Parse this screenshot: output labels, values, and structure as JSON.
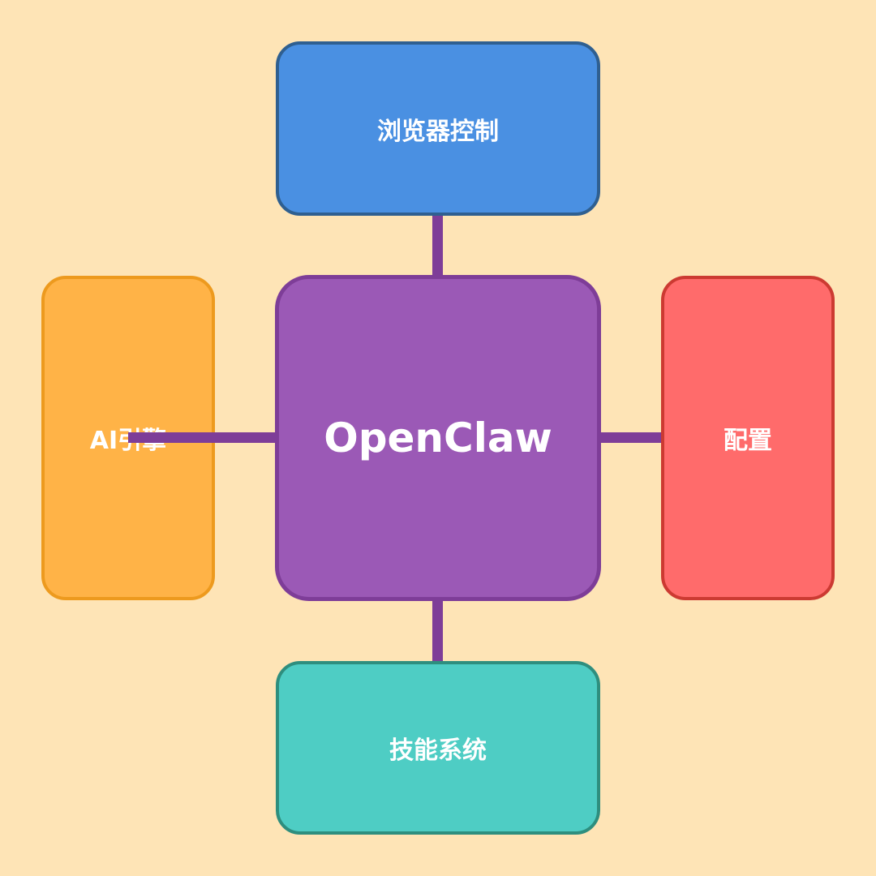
{
  "diagram": {
    "background": "#FEE4B6",
    "center": {
      "label": "OpenClaw",
      "fill": "#9B59B6",
      "border": "#7E3D98"
    },
    "nodes": {
      "top": {
        "label": "浏览器控制",
        "fill": "#4A90E2",
        "border": "#2F5F90"
      },
      "left": {
        "label": "AI引擎",
        "fill": "#FFB347",
        "border": "#ED9A1E"
      },
      "right": {
        "label": "配置",
        "fill": "#FF6B6B",
        "border": "#CC3A32"
      },
      "bottom": {
        "label": "技能系统",
        "fill": "#4ECDC4",
        "border": "#2E8E7E"
      }
    },
    "connector_color": "#7E3D98"
  }
}
